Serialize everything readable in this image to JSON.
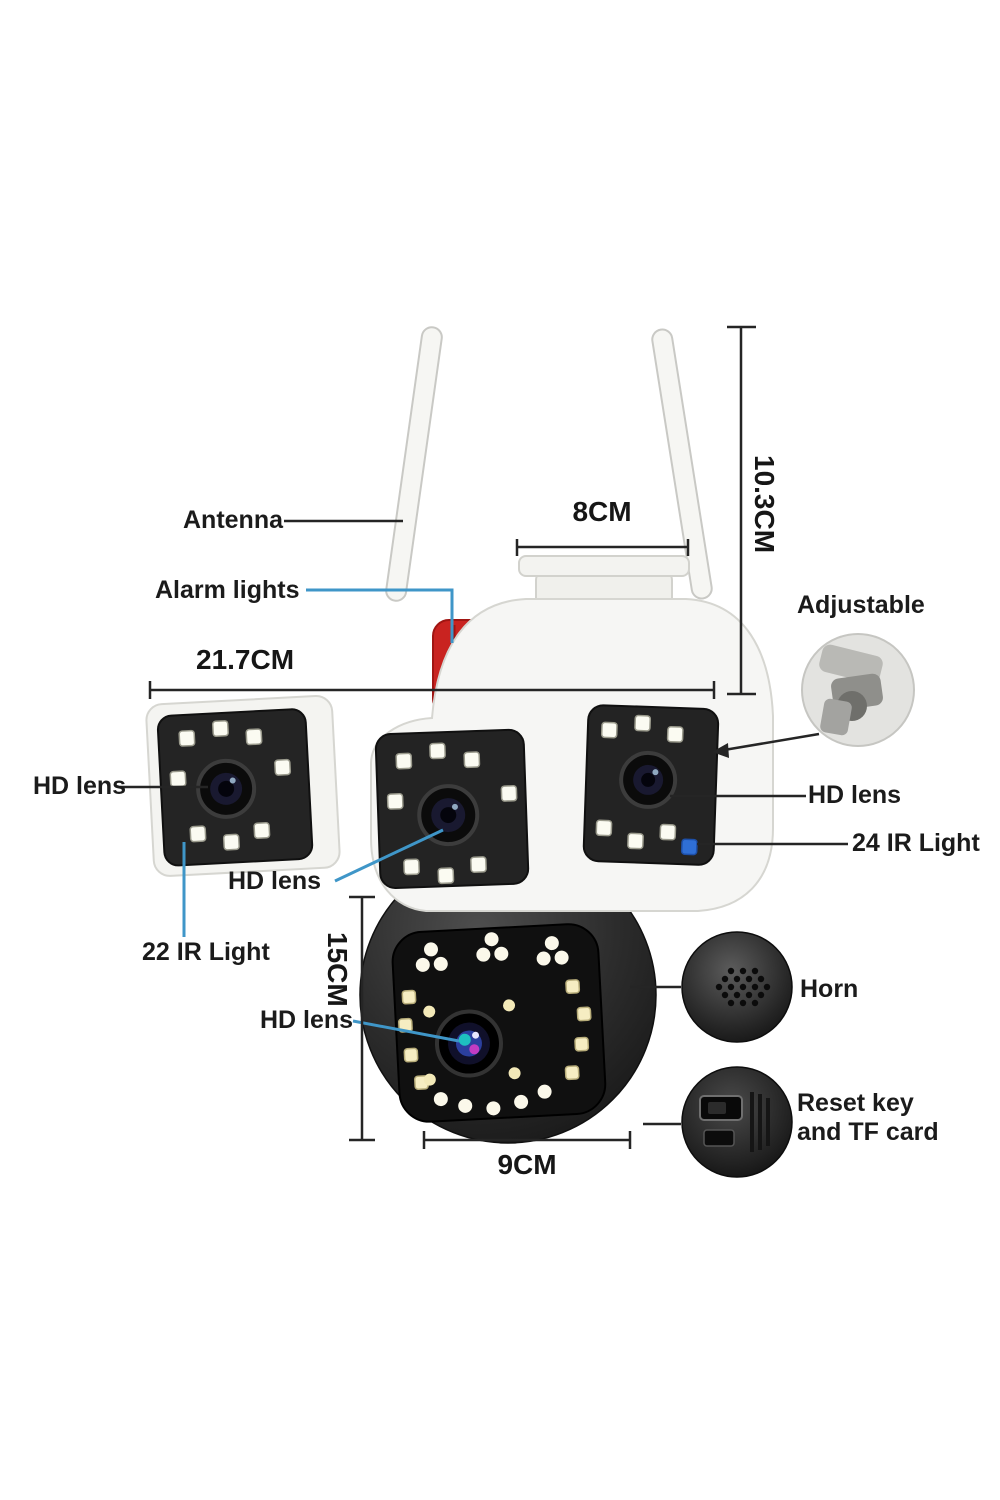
{
  "figure": {
    "type": "product-annotation-diagram",
    "subject": "Dual-lens outdoor PTZ security camera with callout labels and dimensions"
  },
  "labels": {
    "antenna": "Antenna",
    "alarm_lights": "Alarm lights",
    "adjustable": "Adjustable",
    "hd_lens_left": "HD lens",
    "hd_lens_right": "HD lens",
    "ir_24": "24 IR Light",
    "hd_lens_center": "HD lens",
    "ir_22": "22 IR Light",
    "hd_lens_bottom": "HD lens",
    "horn": "Horn",
    "reset_line1": "Reset key",
    "reset_line2": "and TF card"
  },
  "dimensions": {
    "top_width": "8CM",
    "right_height": "10.3CM",
    "overall_width": "21.7CM",
    "body_height": "15CM",
    "bottom_width": "9CM"
  },
  "colors": {
    "background": "#ffffff",
    "text": "#1b1b1b",
    "leader_dark": "#252525",
    "leader_blue": "#3f96c8",
    "siren_red": "#c92320",
    "body_white": "#f6f6f4",
    "panel_dark": "#232323",
    "led_white": "#fbfbf2",
    "led_blue": "#2f6fd6"
  }
}
